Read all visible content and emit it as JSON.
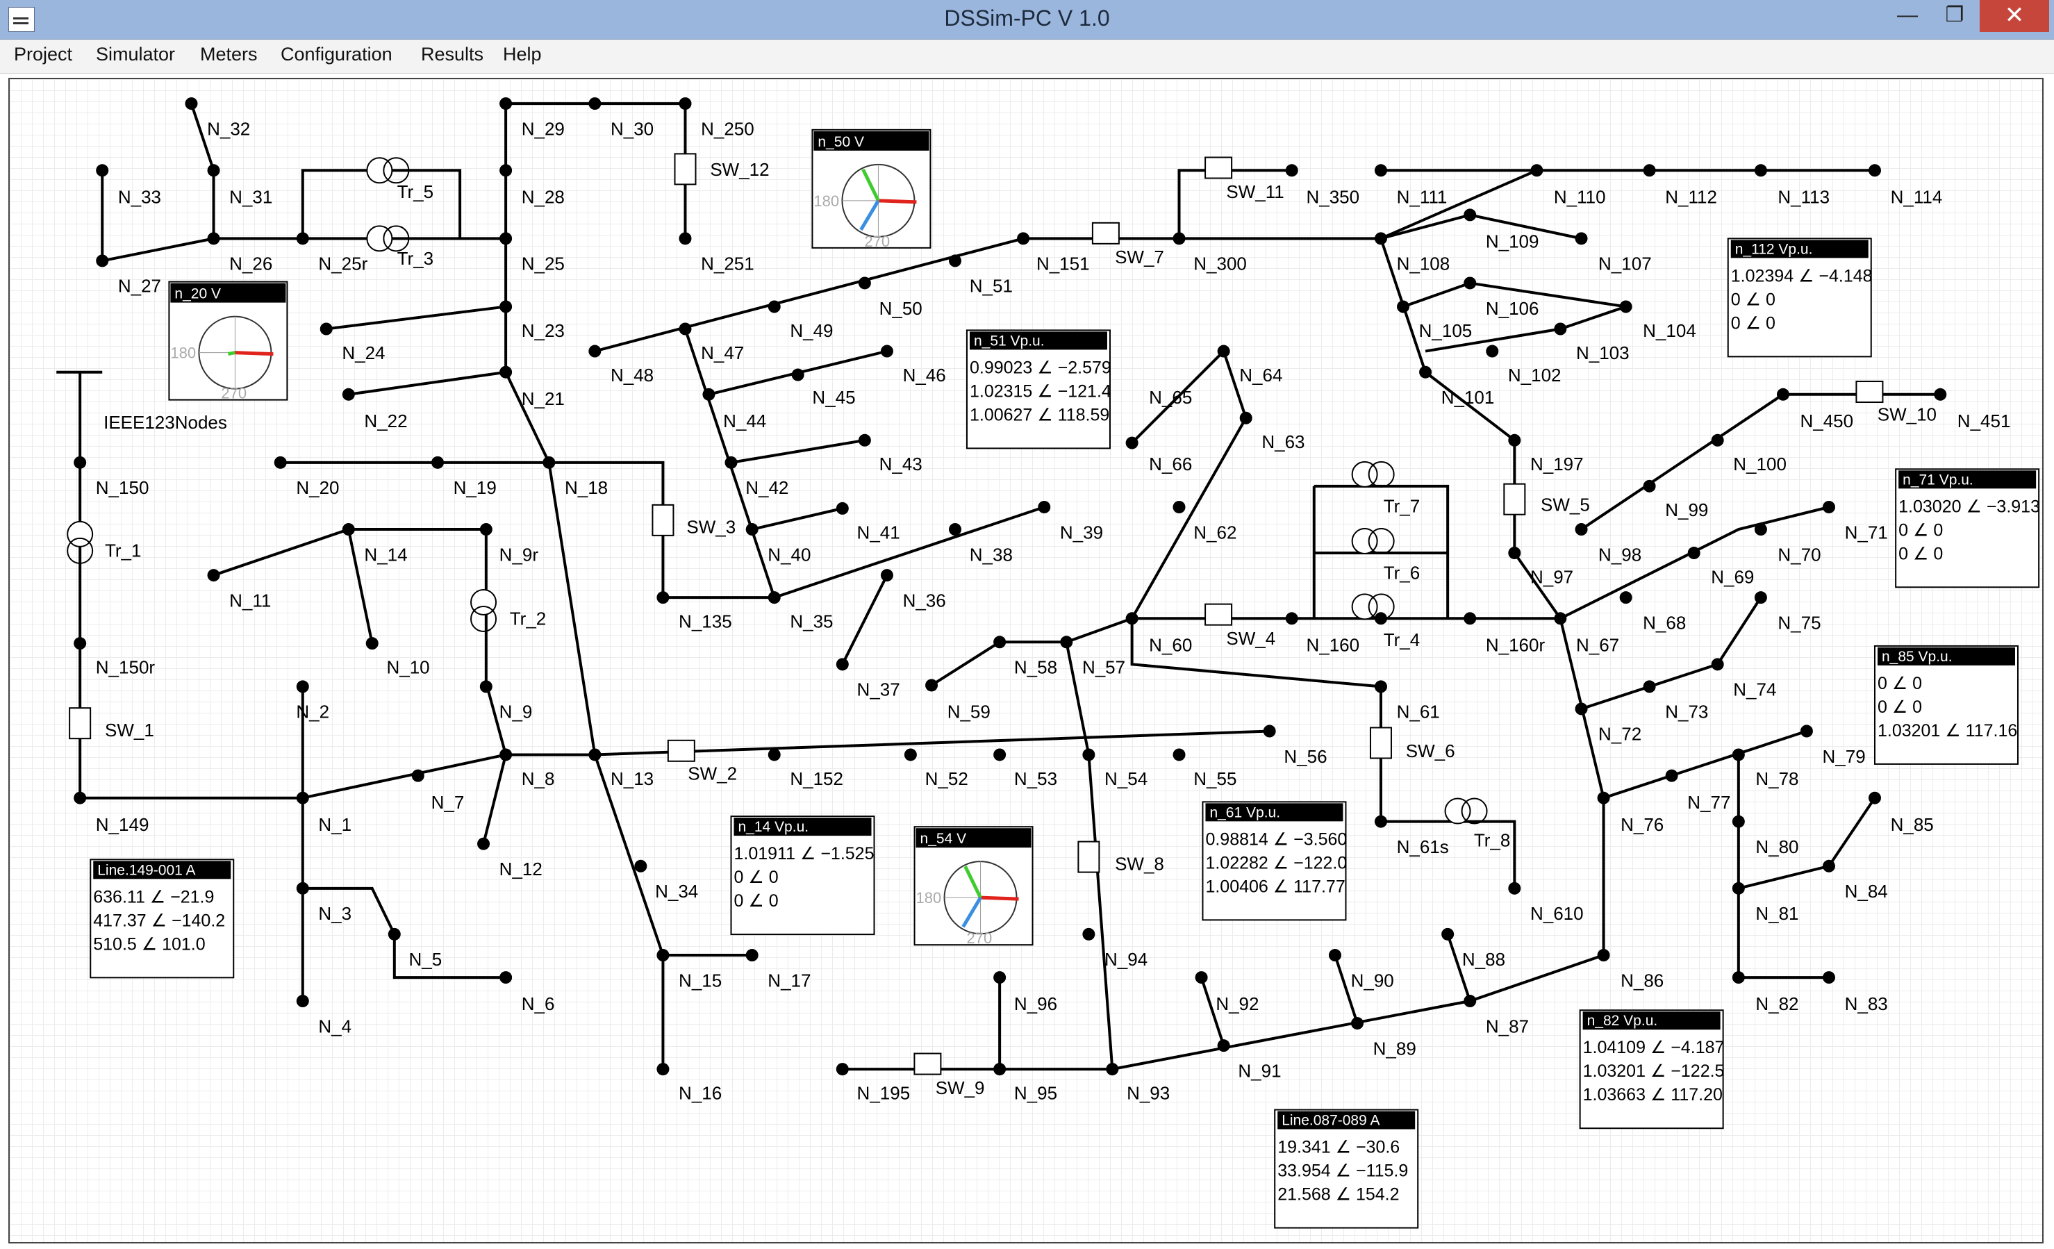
{
  "window": {
    "title": "DSSim-PC V 1.0",
    "min_icon": "minimize-icon",
    "max_icon": "maximize-icon",
    "close_icon": "close-icon"
  },
  "menu": [
    "Project",
    "Simulator",
    "Meters",
    "Configuration",
    "Results",
    "Help"
  ],
  "circuit_label": "IEEE123Nodes",
  "node_labels": [
    "N_32",
    "N_33",
    "N_31",
    "N_27",
    "N_26",
    "N_25r",
    "Tr_5",
    "Tr_3",
    "N_29",
    "N_30",
    "N_250",
    "SW_12",
    "N_251",
    "N_28",
    "N_25",
    "N_23",
    "N_24",
    "N_21",
    "N_22",
    "N_20",
    "N_19",
    "N_18",
    "SW_3",
    "N_135",
    "N_150",
    "Tr_1",
    "N_150r",
    "SW_1",
    "N_149",
    "N_14",
    "N_11",
    "N_10",
    "N_9r",
    "Tr_2",
    "N_9",
    "N_8",
    "N_7",
    "N_2",
    "N_1",
    "N_12",
    "N_3",
    "N_4",
    "N_5",
    "N_6",
    "N_13",
    "SW_2",
    "N_152",
    "N_52",
    "N_53",
    "N_54",
    "N_55",
    "N_56",
    "N_34",
    "N_15",
    "N_16",
    "N_17",
    "N_48",
    "N_47",
    "N_49",
    "N_50",
    "N_51",
    "N_151",
    "SW_7",
    "N_300",
    "SW_11",
    "N_350",
    "N_46",
    "N_45",
    "N_44",
    "N_43",
    "N_42",
    "N_41",
    "N_40",
    "N_35",
    "N_36",
    "N_38",
    "N_39",
    "N_37",
    "N_59",
    "N_58",
    "N_57",
    "N_60",
    "SW_4",
    "N_160",
    "Tr_4",
    "Tr_6",
    "Tr_7",
    "N_160r",
    "N_65",
    "N_64",
    "N_63",
    "N_66",
    "N_62",
    "N_61",
    "SW_6",
    "N_61s",
    "Tr_8",
    "N_610",
    "SW_8",
    "N_94",
    "N_96",
    "N_95",
    "N_195",
    "SW_9",
    "N_93",
    "N_92",
    "N_91",
    "N_90",
    "N_89",
    "N_88",
    "N_87",
    "N_86",
    "N_111",
    "N_110",
    "N_112",
    "N_113",
    "N_114",
    "N_108",
    "N_109",
    "N_107",
    "N_106",
    "N_105",
    "N_104",
    "N_103",
    "N_102",
    "N_101",
    "N_197",
    "SW_5",
    "N_97",
    "N_98",
    "N_99",
    "N_100",
    "N_450",
    "SW_10",
    "N_451",
    "N_67",
    "N_68",
    "N_69",
    "N_70",
    "N_71",
    "N_72",
    "N_73",
    "N_74",
    "N_75",
    "N_76",
    "N_77",
    "N_78",
    "N_79",
    "N_80",
    "N_81",
    "N_82",
    "N_83",
    "N_84",
    "N_85"
  ],
  "phasor_meters": [
    {
      "title": "n_50 V",
      "axis_180": "180",
      "axis_270": "270"
    },
    {
      "title": "n_20 V",
      "axis_180": "180",
      "axis_270": "270"
    },
    {
      "title": "n_54 V",
      "axis_180": "180",
      "axis_270": "270"
    }
  ],
  "value_panels": [
    {
      "title": "n_51 Vp.u.",
      "rows": [
        "0.99023 ∠ −2.579",
        "1.02315 ∠ −121.4",
        "1.00627 ∠ 118.59"
      ]
    },
    {
      "title": "n_112 Vp.u.",
      "rows": [
        "1.02394 ∠ −4.148",
        "0 ∠ 0",
        "0 ∠ 0"
      ]
    },
    {
      "title": "n_71 Vp.u.",
      "rows": [
        "1.03020 ∠ −3.913",
        "0 ∠ 0",
        "0 ∠ 0"
      ]
    },
    {
      "title": "n_85 Vp.u.",
      "rows": [
        "0 ∠ 0",
        "0 ∠ 0",
        "1.03201 ∠ 117.16"
      ]
    },
    {
      "title": "n_14 Vp.u.",
      "rows": [
        "1.01911 ∠ −1.525",
        "0 ∠ 0",
        "0 ∠ 0"
      ]
    },
    {
      "title": "n_61 Vp.u.",
      "rows": [
        "0.98814 ∠ −3.560",
        "1.02282 ∠ −122.0",
        "1.00406 ∠ 117.77"
      ]
    },
    {
      "title": "n_82 Vp.u.",
      "rows": [
        "1.04109 ∠ −4.187",
        "1.03201 ∠ −122.5",
        "1.03663 ∠ 117.20"
      ]
    },
    {
      "title": "Line.149-001 A",
      "rows": [
        "636.11 ∠ −21.9",
        "417.37 ∠ −140.2",
        "510.5 ∠ 101.0"
      ]
    },
    {
      "title": "Line.087-089 A",
      "rows": [
        "19.341 ∠ −30.6",
        "33.954 ∠ −115.9",
        "21.568 ∠ 154.2"
      ]
    }
  ]
}
